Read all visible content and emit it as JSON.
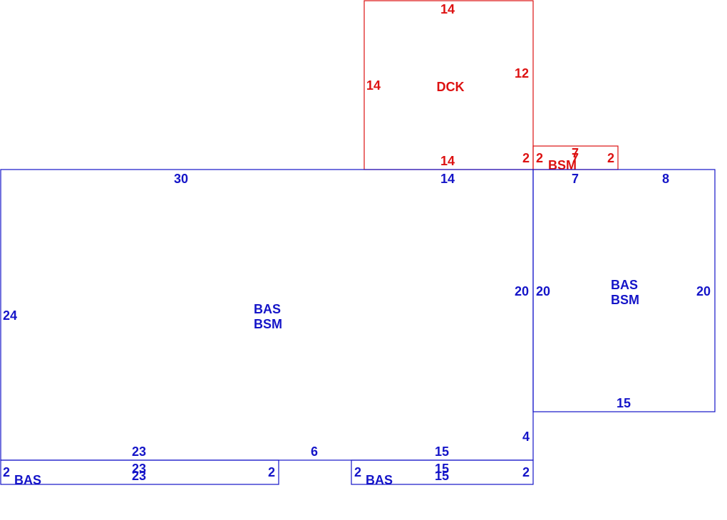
{
  "colors": {
    "deck": "#dd1111",
    "base": "#1414c8",
    "background": "#ffffff"
  },
  "areas": {
    "deck": {
      "codes": [
        "DCK"
      ],
      "dims": {
        "top": "14",
        "left": "14",
        "right": "12",
        "bottom": "14",
        "corner": "2"
      }
    },
    "small_bsm": {
      "codes": [
        "BSM"
      ],
      "dims": {
        "left": "2",
        "top_a": "7",
        "top_b": "7",
        "right": "2"
      }
    },
    "main": {
      "codes": [
        "BAS",
        "BSM"
      ],
      "dims": {
        "top_left": "30",
        "top_right": "14",
        "left": "24",
        "right": "20",
        "step": "4",
        "bottom_a": "23",
        "bottom_gap": "6",
        "bottom_b": "15"
      }
    },
    "east": {
      "codes": [
        "BAS",
        "BSM"
      ],
      "dims": {
        "top_a": "7",
        "top_b": "8",
        "left": "20",
        "right": "20",
        "bottom": "15"
      }
    },
    "bottom_left": {
      "codes": [
        "BAS"
      ],
      "dims": {
        "left": "2",
        "top": "23",
        "bottom": "23",
        "right": "2"
      }
    },
    "bottom_right": {
      "codes": [
        "BAS"
      ],
      "dims": {
        "left": "2",
        "top": "15",
        "bottom": "15",
        "right": "2"
      }
    }
  }
}
